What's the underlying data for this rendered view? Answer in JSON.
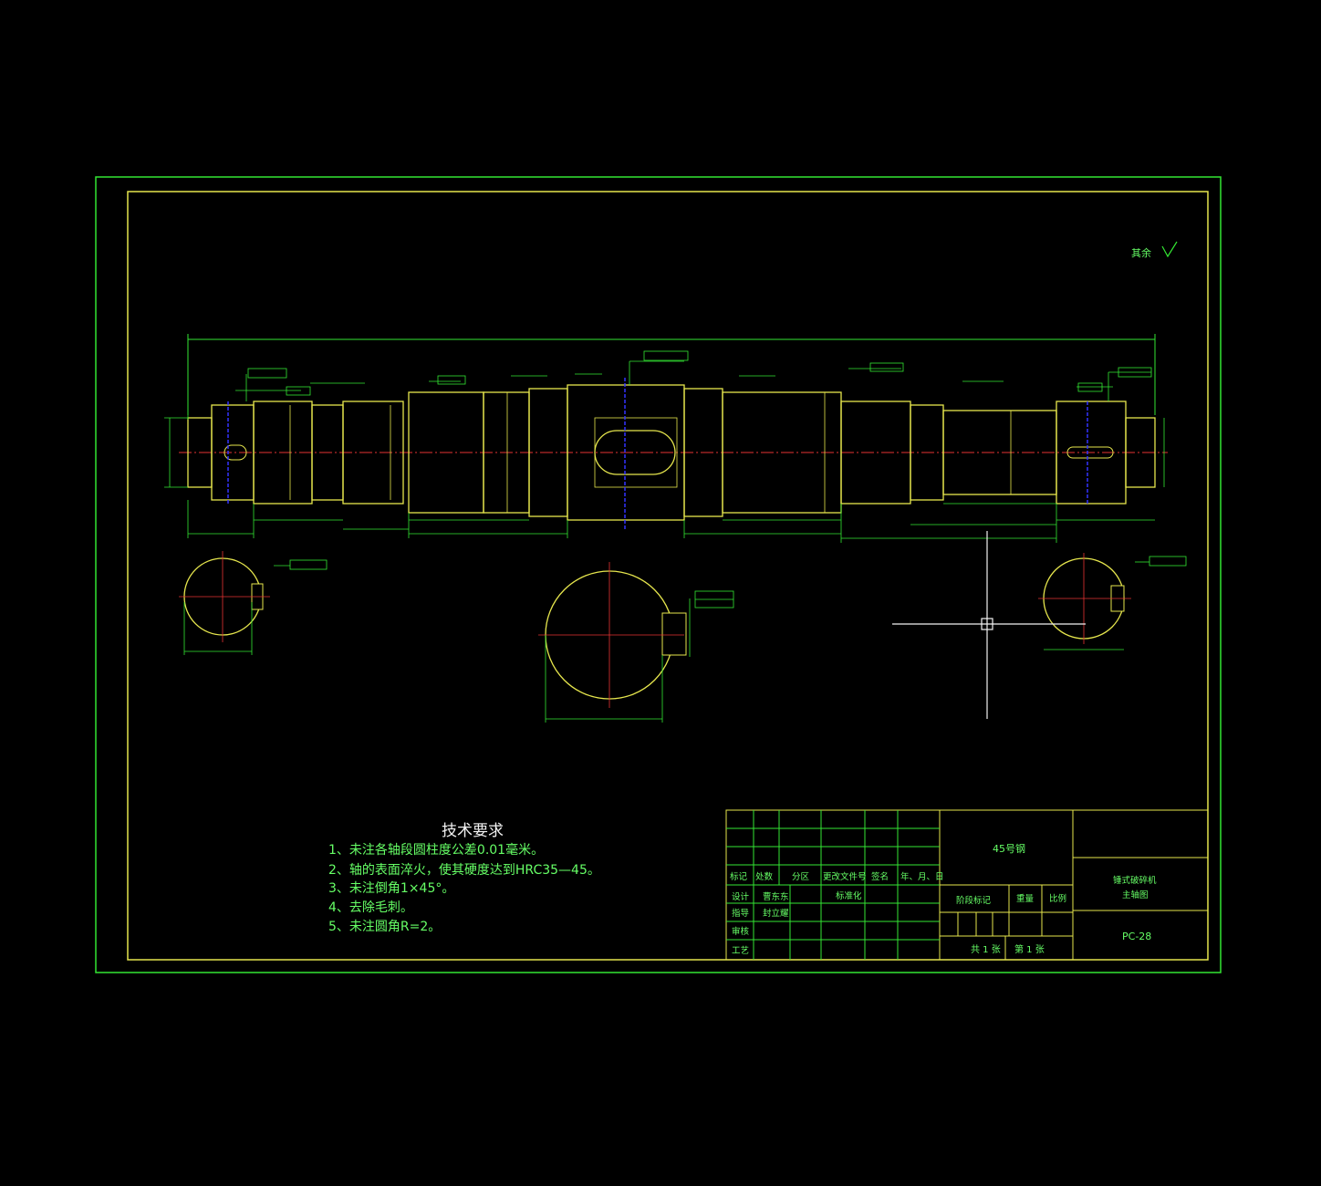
{
  "surface_symbol": {
    "label": "其余"
  },
  "technical_requirements": {
    "title": "技术要求",
    "items": [
      "1、未注各轴段圆柱度公差0.01毫米。",
      "2、轴的表面淬火，使其硬度达到HRC35—45。",
      "3、未注倒角1×45°。",
      "4、去除毛刺。",
      "5、未注圆角R=2。"
    ]
  },
  "title_block": {
    "material": "45号钢",
    "header_labels": [
      "标记",
      "处数",
      "分区",
      "更改文件号",
      "签名",
      "年、月、日"
    ],
    "rows": [
      {
        "role": "设计",
        "name": "曹东东",
        "extra": "标准化"
      },
      {
        "role": "指导",
        "name": "封立耀",
        "extra": ""
      },
      {
        "role": "审核",
        "name": "",
        "extra": ""
      },
      {
        "role": "工艺",
        "name": "",
        "extra": ""
      }
    ],
    "stage_label": "阶段标记",
    "weight_label": "重量",
    "scale_label": "比例",
    "sheets_total": "共 1 张",
    "sheet_no": "第 1 张",
    "product_name": "锤式破碎机",
    "drawing_name": "主轴图",
    "drawing_code": "PC-28"
  },
  "colors": {
    "frame": "#33e633",
    "part_outline": "#e6e64d",
    "centerline": "#e63333",
    "keyway_axis": "#3333ff",
    "cursor": "#f2f2f2",
    "background": "#000000"
  }
}
